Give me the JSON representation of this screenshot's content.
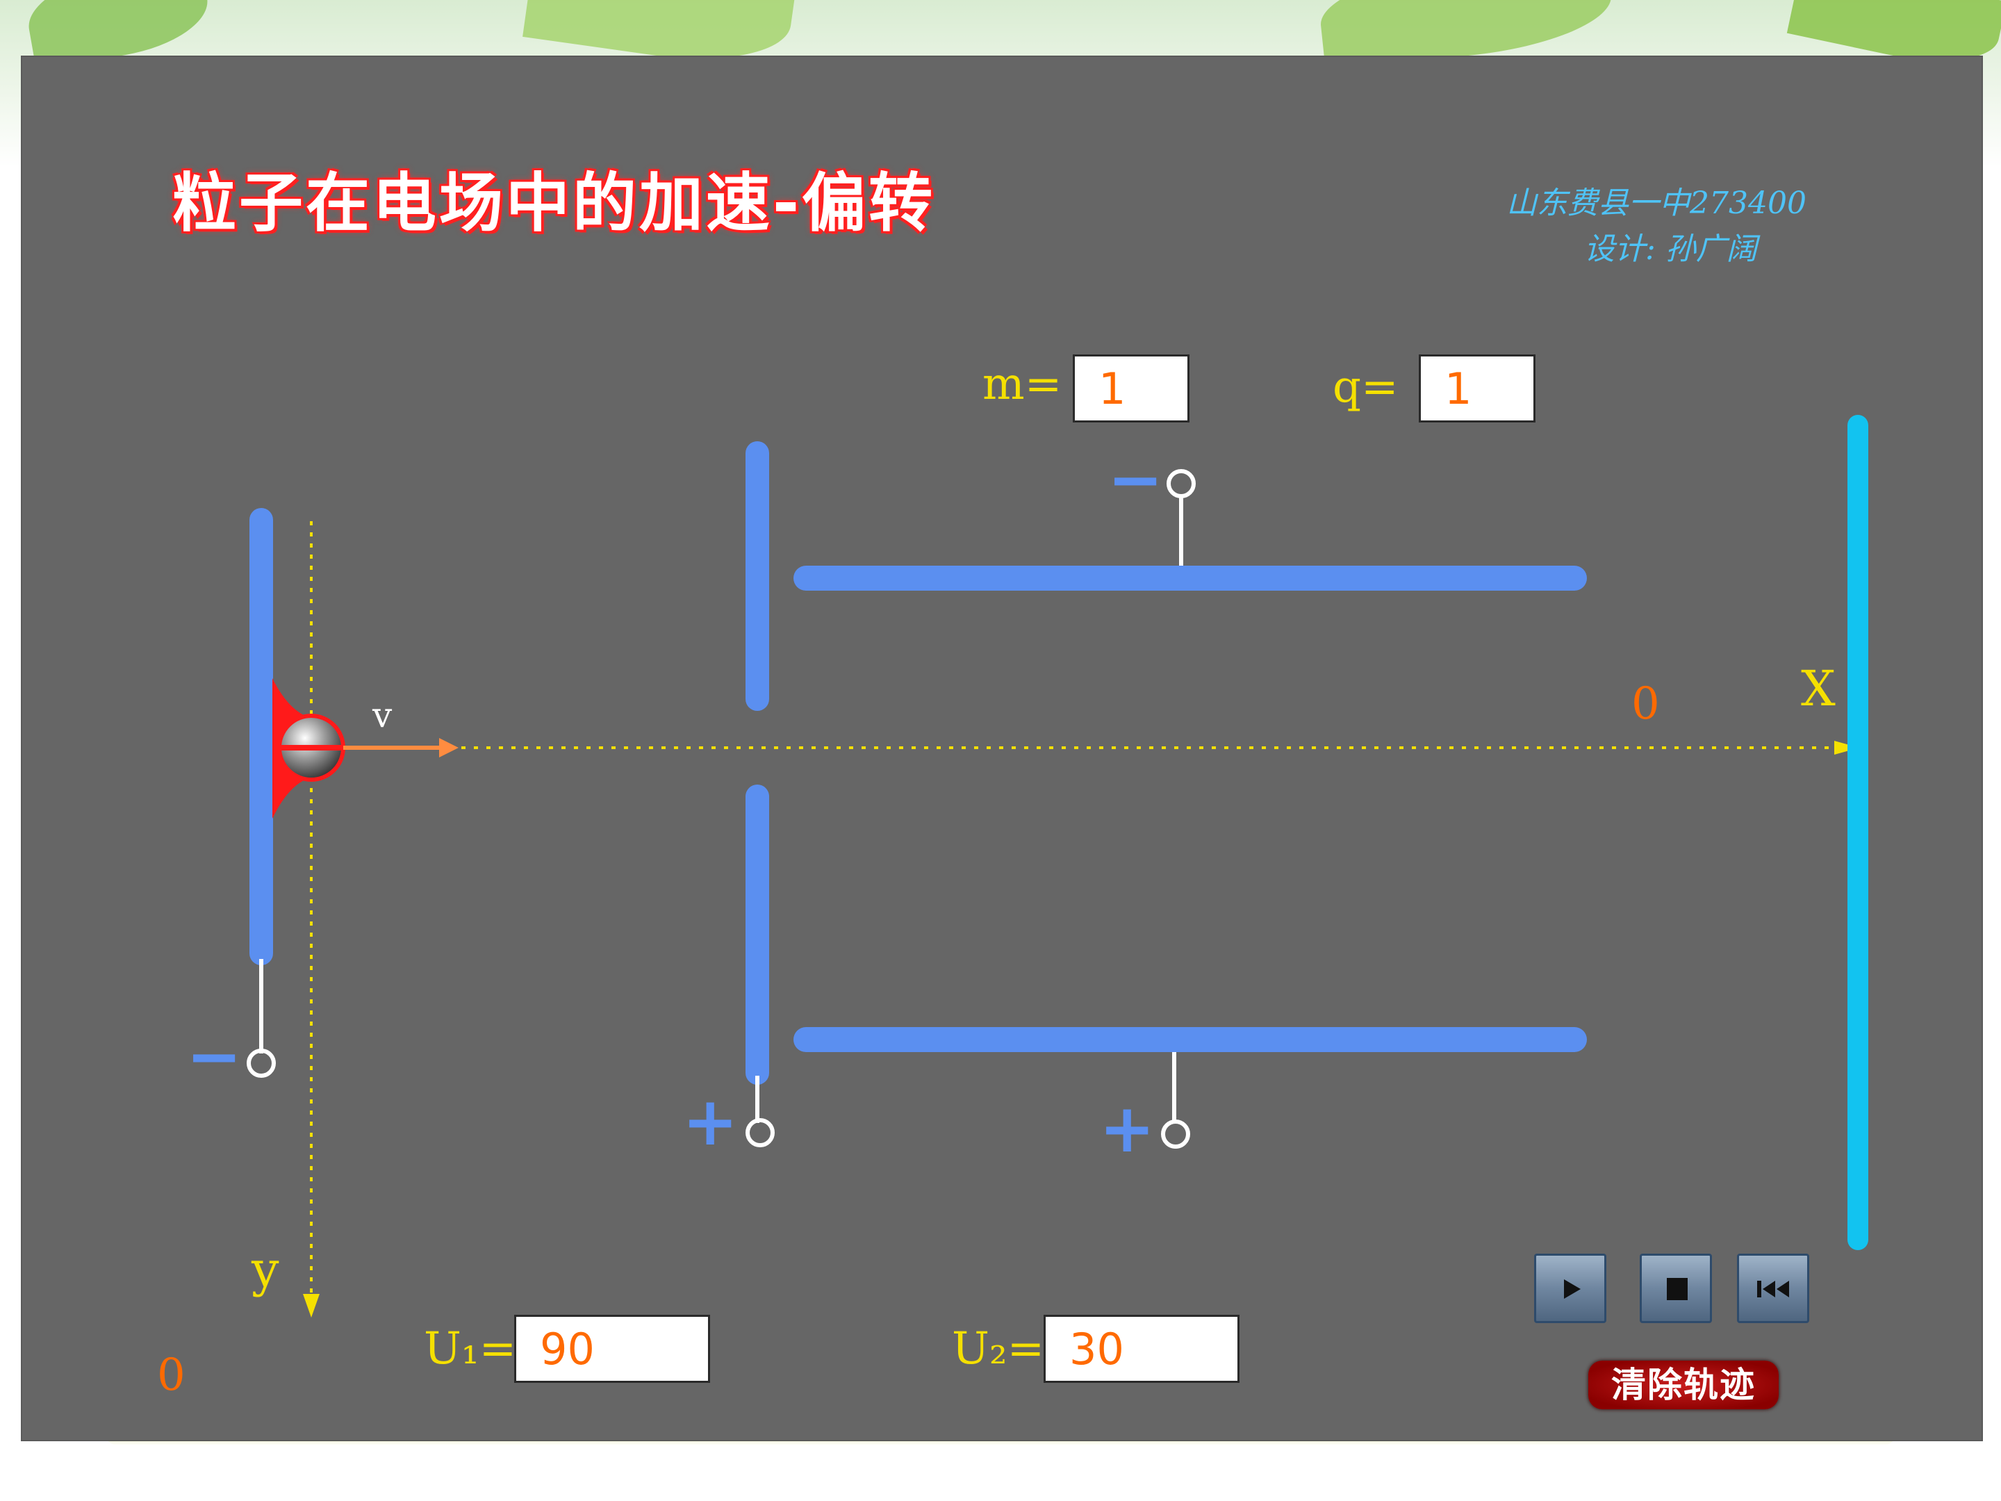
{
  "title": "粒子在电场中的加速-偏转",
  "credits": {
    "line1": "山东费县一中273400",
    "line2": "设计: 孙广阔"
  },
  "params": {
    "m_label": "m=",
    "m_value": "1",
    "q_label": "q=",
    "q_value": "1",
    "u1_label": "U₁=",
    "u1_value": "90",
    "u2_label": "U₂=",
    "u2_value": "30"
  },
  "axes": {
    "x_label": "X",
    "y_label": "y",
    "x_readout": "0",
    "y_readout": "0"
  },
  "particle": {
    "velocity_label": "v"
  },
  "terminals": {
    "accel_plate_sign": "−",
    "accel_grid_sign": "+",
    "deflect_top_sign": "−",
    "deflect_bottom_sign": "+"
  },
  "controls": {
    "play_icon": "play-icon",
    "stop_icon": "stop-icon",
    "rewind_icon": "rewind-icon",
    "clear_label": "清除轨迹"
  },
  "colors": {
    "stage": "#666666",
    "plate": "#5b8ff0",
    "screen": "#12c3f0",
    "axis": "#f5e000",
    "readout": "#ff6a00",
    "title_glow": "#ff2020",
    "credit": "#4fc3f7"
  }
}
